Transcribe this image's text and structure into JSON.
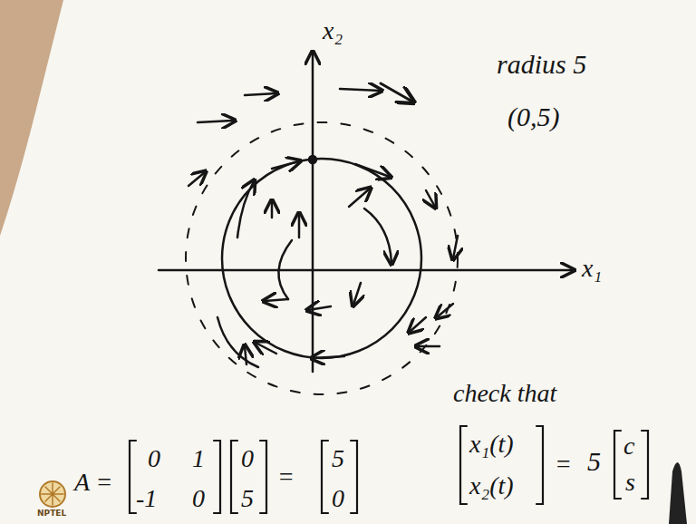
{
  "diagram": {
    "labels": [
      "x₂",
      "x₁",
      "radius 5",
      "(0,5)",
      "check that",
      "A =",
      "0",
      "1",
      "-1",
      "0",
      "0",
      "5",
      "=",
      "5",
      "0",
      "x₁(t)",
      "x₂(t)",
      "=",
      "5",
      "c",
      "s",
      "NPTEL"
    ]
  }
}
